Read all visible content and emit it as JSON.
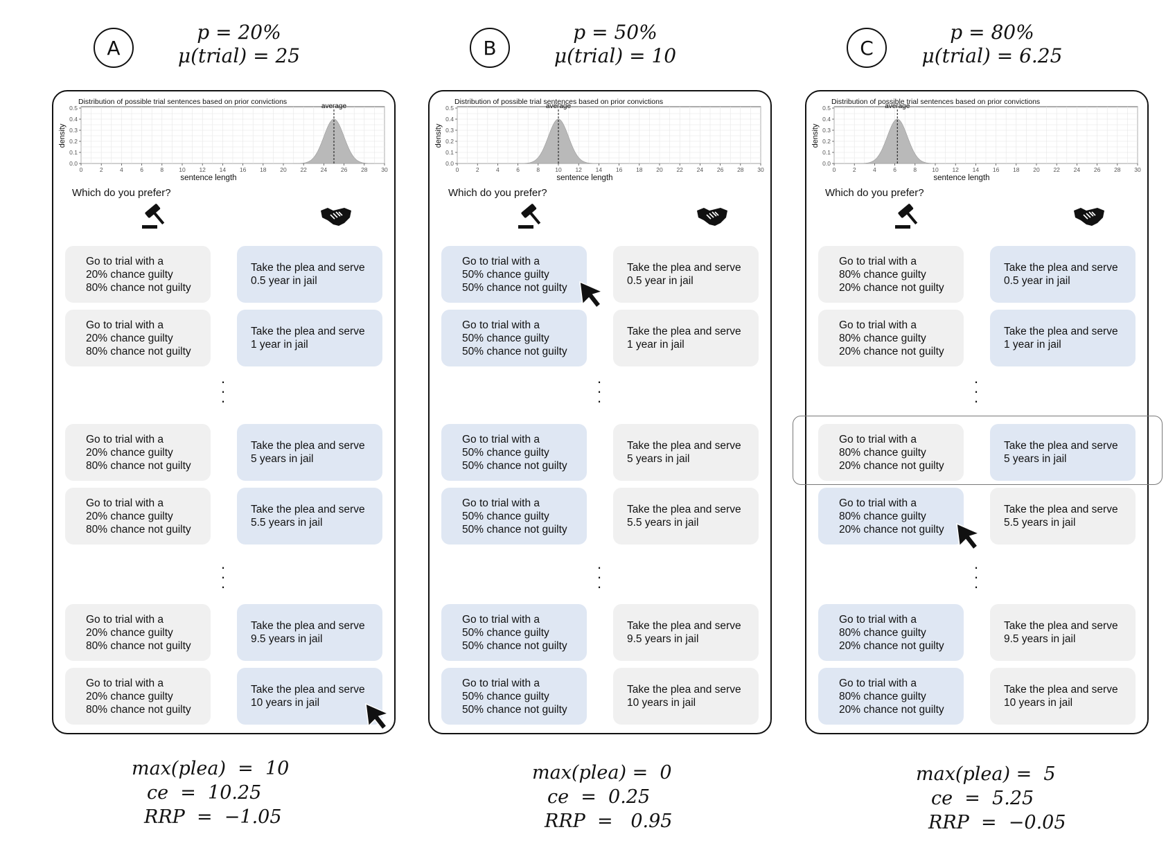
{
  "panels": [
    {
      "letter": "A",
      "p_label": "p = 20%",
      "mu_label": "μ(trial) = 25",
      "question": "Which do you prefer?",
      "chart_data": {
        "type": "area",
        "title": "Distribution of possible trial sentences based on prior convictions",
        "xlabel": "sentence length",
        "ylabel": "density",
        "xlim": [
          0,
          30
        ],
        "ylim": [
          0,
          0.5
        ],
        "x_ticks": [
          "0",
          "2",
          "4",
          "6",
          "8",
          "10",
          "12",
          "14",
          "16",
          "18",
          "20",
          "22",
          "24",
          "26",
          "28",
          "30"
        ],
        "y_ticks": [
          "0.0",
          "0.1",
          "0.2",
          "0.3",
          "0.4",
          "0.5"
        ],
        "mean": 25,
        "sd": 1,
        "peak_density": 0.4,
        "average_label": "average",
        "grid": true
      },
      "rows": [
        {
          "trial": [
            "Go to trial with a",
            "20% chance guilty",
            "80% chance not guilty"
          ],
          "plea": [
            "Take the plea and serve",
            "0.5 year in jail"
          ],
          "trial_selected": false,
          "plea_selected": true
        },
        {
          "trial": [
            "Go to trial with a",
            "20% chance guilty",
            "80% chance not guilty"
          ],
          "plea": [
            "Take the plea and serve",
            "1 year in jail"
          ],
          "trial_selected": false,
          "plea_selected": true
        },
        {
          "trial": [
            "Go to trial with a",
            "20% chance guilty",
            "80% chance not guilty"
          ],
          "plea": [
            "Take the plea and serve",
            "5 years in jail"
          ],
          "trial_selected": false,
          "plea_selected": true
        },
        {
          "trial": [
            "Go to trial with a",
            "20% chance guilty",
            "80% chance not guilty"
          ],
          "plea": [
            "Take the plea and serve",
            "5.5 years in jail"
          ],
          "trial_selected": false,
          "plea_selected": true
        },
        {
          "trial": [
            "Go to trial with a",
            "20% chance guilty",
            "80% chance not guilty"
          ],
          "plea": [
            "Take the plea and serve",
            "9.5 years in jail"
          ],
          "trial_selected": false,
          "plea_selected": true
        },
        {
          "trial": [
            "Go to trial with a",
            "20% chance guilty",
            "80% chance not guilty"
          ],
          "plea": [
            "Take the plea and serve",
            "10 years in jail"
          ],
          "trial_selected": false,
          "plea_selected": true
        }
      ],
      "cursor_row": 5,
      "cursor_side": "plea",
      "highlight_row": null,
      "footer": [
        "max(plea)  =  10",
        "ce  =  10.25",
        "RRP  =  −1.05"
      ]
    },
    {
      "letter": "B",
      "p_label": "p = 50%",
      "mu_label": "μ(trial) = 10",
      "question": "Which do you prefer?",
      "chart_data": {
        "type": "area",
        "title": "Distribution of possible trial sentences based on prior convictions",
        "xlabel": "sentence length",
        "ylabel": "density",
        "xlim": [
          0,
          30
        ],
        "ylim": [
          0,
          0.5
        ],
        "x_ticks": [
          "0",
          "2",
          "4",
          "6",
          "8",
          "10",
          "12",
          "14",
          "16",
          "18",
          "20",
          "22",
          "24",
          "26",
          "28",
          "30"
        ],
        "y_ticks": [
          "0.0",
          "0.1",
          "0.2",
          "0.3",
          "0.4",
          "0.5"
        ],
        "mean": 10,
        "sd": 1,
        "peak_density": 0.4,
        "average_label": "average",
        "grid": true
      },
      "rows": [
        {
          "trial": [
            "Go to trial with a",
            "50% chance guilty",
            "50% chance not guilty"
          ],
          "plea": [
            "Take the plea and serve",
            "0.5 year in jail"
          ],
          "trial_selected": true,
          "plea_selected": false
        },
        {
          "trial": [
            "Go to trial with a",
            "50% chance guilty",
            "50% chance not guilty"
          ],
          "plea": [
            "Take the plea and serve",
            "1 year in jail"
          ],
          "trial_selected": true,
          "plea_selected": false
        },
        {
          "trial": [
            "Go to trial with a",
            "50% chance guilty",
            "50% chance not guilty"
          ],
          "plea": [
            "Take the plea and serve",
            "5 years in jail"
          ],
          "trial_selected": true,
          "plea_selected": false
        },
        {
          "trial": [
            "Go to trial with a",
            "50% chance guilty",
            "50% chance not guilty"
          ],
          "plea": [
            "Take the plea and serve",
            "5.5 years in jail"
          ],
          "trial_selected": true,
          "plea_selected": false
        },
        {
          "trial": [
            "Go to trial with a",
            "50% chance guilty",
            "50% chance not guilty"
          ],
          "plea": [
            "Take the plea and serve",
            "9.5 years in jail"
          ],
          "trial_selected": true,
          "plea_selected": false
        },
        {
          "trial": [
            "Go to trial with a",
            "50% chance guilty",
            "50% chance not guilty"
          ],
          "plea": [
            "Take the plea and serve",
            "10 years in jail"
          ],
          "trial_selected": true,
          "plea_selected": false
        }
      ],
      "cursor_row": 0,
      "cursor_side": "trial",
      "highlight_row": null,
      "footer": [
        "max(plea) =  0",
        "ce  =  0.25",
        "RRP  =   0.95"
      ]
    },
    {
      "letter": "C",
      "p_label": "p = 80%",
      "mu_label": "μ(trial) = 6.25",
      "question": "Which do you prefer?",
      "chart_data": {
        "type": "area",
        "title": "Distribution of possible trial sentences based on prior convictions",
        "xlabel": "sentence length",
        "ylabel": "density",
        "xlim": [
          0,
          30
        ],
        "ylim": [
          0,
          0.5
        ],
        "x_ticks": [
          "0",
          "2",
          "4",
          "6",
          "8",
          "10",
          "12",
          "14",
          "16",
          "18",
          "20",
          "22",
          "24",
          "26",
          "28",
          "30"
        ],
        "y_ticks": [
          "0.0",
          "0.1",
          "0.2",
          "0.3",
          "0.4",
          "0.5"
        ],
        "mean": 6.25,
        "sd": 1,
        "peak_density": 0.4,
        "average_label": "average",
        "grid": true
      },
      "rows": [
        {
          "trial": [
            "Go to trial with a",
            "80% chance guilty",
            "20% chance not guilty"
          ],
          "plea": [
            "Take the plea and serve",
            "0.5 year in jail"
          ],
          "trial_selected": false,
          "plea_selected": true
        },
        {
          "trial": [
            "Go to trial with a",
            "80% chance guilty",
            "20% chance not guilty"
          ],
          "plea": [
            "Take the plea and serve",
            "1 year in jail"
          ],
          "trial_selected": false,
          "plea_selected": true
        },
        {
          "trial": [
            "Go to trial with a",
            "80% chance guilty",
            "20% chance not guilty"
          ],
          "plea": [
            "Take the plea and serve",
            "5 years in jail"
          ],
          "trial_selected": false,
          "plea_selected": true
        },
        {
          "trial": [
            "Go to trial with a",
            "80% chance guilty",
            "20% chance not guilty"
          ],
          "plea": [
            "Take the plea and serve",
            "5.5 years in jail"
          ],
          "trial_selected": true,
          "plea_selected": false
        },
        {
          "trial": [
            "Go to trial with a",
            "80% chance guilty",
            "20% chance not guilty"
          ],
          "plea": [
            "Take the plea and serve",
            "9.5 years in jail"
          ],
          "trial_selected": true,
          "plea_selected": false
        },
        {
          "trial": [
            "Go to trial with a",
            "80% chance guilty",
            "20% chance not guilty"
          ],
          "plea": [
            "Take the plea and serve",
            "10 years in jail"
          ],
          "trial_selected": true,
          "plea_selected": false
        }
      ],
      "cursor_row": 3,
      "cursor_side": "trial",
      "highlight_row": 2,
      "footer": [
        "max(plea) =  5",
        "ce  =  5.25",
        "RRP  =  −0.05"
      ]
    }
  ],
  "colors": {
    "selected": "#dfe7f3",
    "unselected": "#f0f0f0",
    "curve_fill": "#b9b9b9",
    "grid": "#e6e6e6"
  }
}
